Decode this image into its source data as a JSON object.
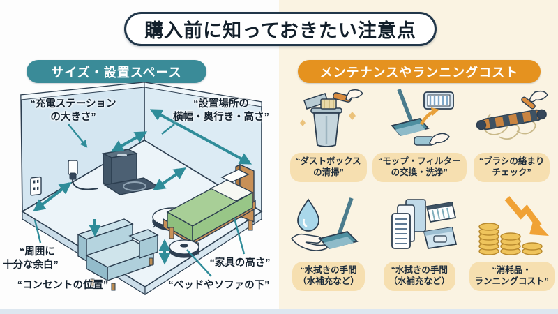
{
  "title": "購入前に知っておきたい注意点",
  "colors": {
    "accent_teal": "#3A8B98",
    "accent_orange": "#E5921F",
    "arrow_teal": "#2F8C99",
    "label_pill_tan": "#F6DFB0",
    "background_right_cream": "#FAF3E2",
    "outline_dark": "#2C3E50"
  },
  "left_section": {
    "header": "サイズ・設置スペース",
    "labels": {
      "station": {
        "line1": "“充電ステーション",
        "line2": "の大きさ”"
      },
      "place": {
        "line1": "“設置場所の",
        "line2": "横幅・奥行き・高さ”"
      },
      "margin": {
        "line1": "“周囲に",
        "line2": "十分な余白”"
      },
      "outlet": {
        "text": "“コンセントの位置”"
      },
      "furniture": {
        "text": "“家具の高さ”"
      },
      "underbed": {
        "text": "“ベッドやソファの下”"
      }
    },
    "illustration_elements": [
      "charging-station",
      "robot-vacuum",
      "wall-outlet",
      "power-plug",
      "sofa",
      "bed",
      "robot-under-bed",
      "measure-arrows"
    ]
  },
  "right_section": {
    "header": "メンテナンスやランニングコスト",
    "items": [
      {
        "icon": "dustbox-cleaning-icon",
        "line1": "“ダストボックス",
        "line2": "の清掃”"
      },
      {
        "icon": "mop-filter-icon",
        "line1": "“モップ・フィルター",
        "line2": "の交換・洗浄”"
      },
      {
        "icon": "brush-tangle-icon",
        "line1": "“ブラシの絡まり",
        "line2": "チェック”"
      },
      {
        "icon": "water-refill-icon",
        "line1": "“水拭きの手間",
        "line2": "（水補充など）"
      },
      {
        "icon": "water-refill-parts-icon",
        "line1": "“水拭きの手間",
        "line2": "（水補充など）"
      },
      {
        "icon": "consumables-cost-icon",
        "line1": "“消耗品・",
        "line2": "ランニングコスト”"
      }
    ]
  }
}
